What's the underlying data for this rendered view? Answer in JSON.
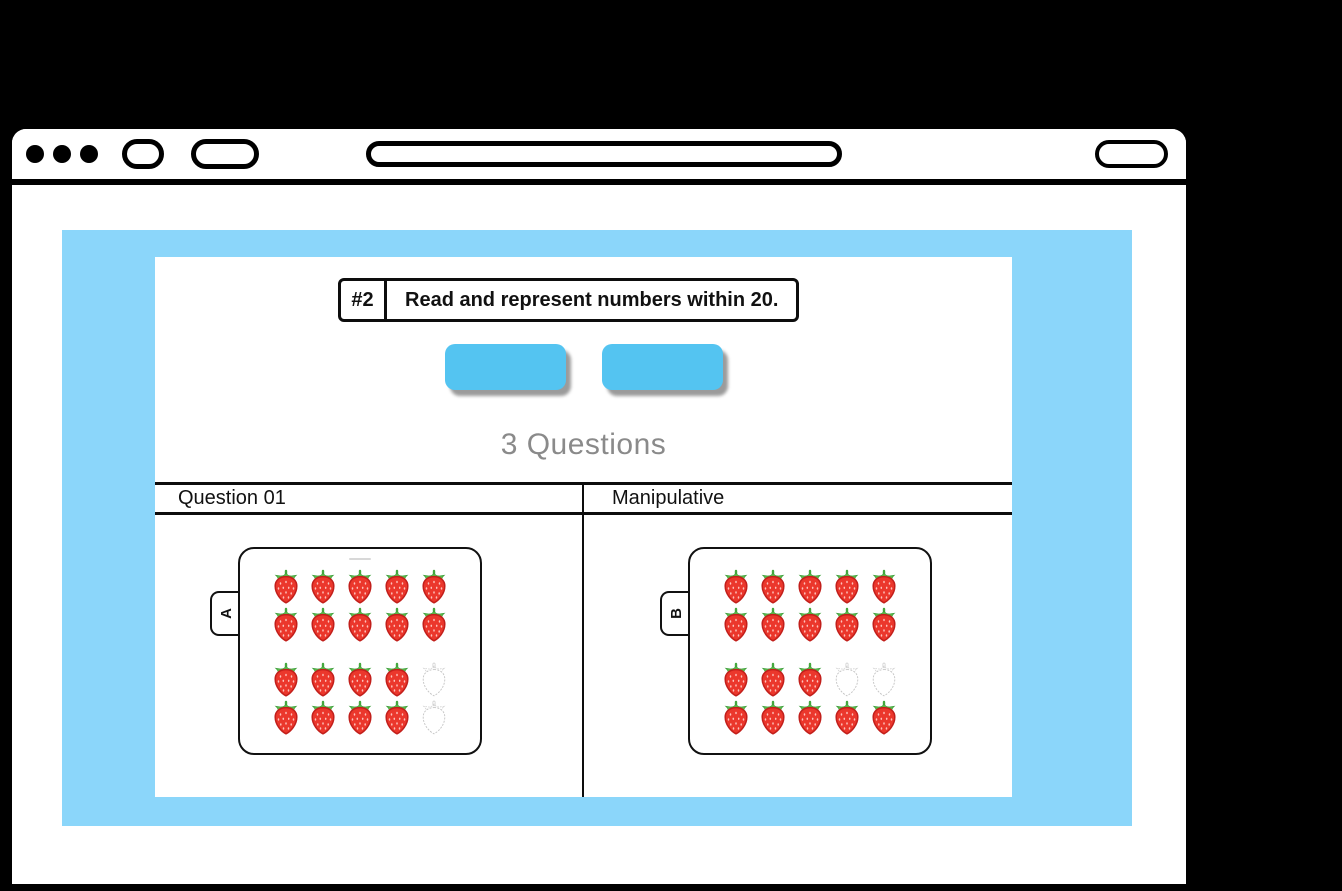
{
  "browser": {
    "window_controls": {
      "dot_count": 3
    },
    "address_bar": {
      "value": ""
    }
  },
  "lesson": {
    "badge": "#2",
    "title": "Read and represent numbers within 20.",
    "meta": "3 Questions"
  },
  "actions": [
    {
      "name": "action-button-1",
      "label": ""
    },
    {
      "name": "action-button-2",
      "label": ""
    }
  ],
  "table": {
    "headers": [
      "Question 01",
      "Manipulative"
    ]
  },
  "panels": [
    {
      "label": "A",
      "rows": [
        "11111",
        "11111",
        "11110",
        "11110"
      ],
      "filled_count": 18,
      "total_cells": 20,
      "has_top_dash": true
    },
    {
      "label": "B",
      "rows": [
        "11111",
        "11111",
        "11100",
        "11111"
      ],
      "filled_count": 18,
      "total_cells": 20,
      "has_top_dash": false
    }
  ],
  "colors": {
    "background": "#000000",
    "panel_blue": "#8BD6FA",
    "button_blue": "#54C4F1",
    "button_shadow": "#9B9B9B",
    "muted_text": "#8A8A8A",
    "berry_red": "#EB372C",
    "berry_red_dark": "#C21F1B",
    "leaf_green": "#5BBC49",
    "outline_gray": "#C4C4C4"
  }
}
